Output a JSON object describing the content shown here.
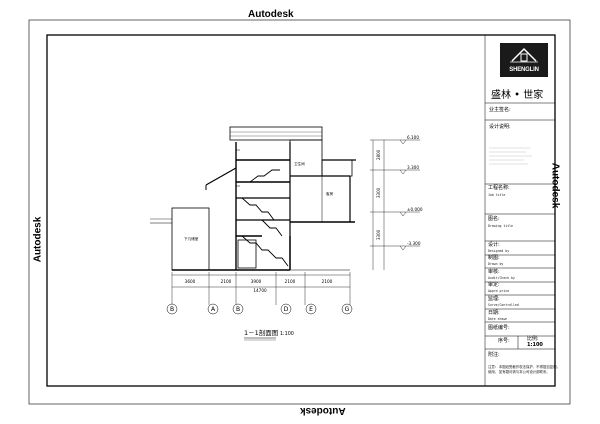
{
  "watermarks": {
    "top": "Autodesk",
    "bottom": "Autodesk",
    "left": "Autodesk",
    "right": "Autodesk"
  },
  "drawing": {
    "title": "1－1剖面图",
    "scale": "1:100",
    "dimensions": [
      "3600",
      "2100",
      "3900",
      "2100",
      "2100"
    ],
    "total_dimension": "14700",
    "grid_axes": [
      "B",
      "A",
      "B",
      "D",
      "E",
      "G"
    ],
    "elevations": [
      "6.100",
      "3.300",
      "±0.000",
      "-3.300"
    ],
    "floor_heights": [
      "2800",
      "3300",
      "3300"
    ],
    "room_labels": {
      "basement": "下凡储室",
      "upper": "卫生间",
      "middle": "客房"
    }
  },
  "title_block": {
    "company_logo": "SHENGLIN",
    "company_name": "盛林 • 世家",
    "fields": [
      {
        "label": "业主签名:",
        "sub": ""
      },
      {
        "label": "设计说明:",
        "sub": ""
      },
      {
        "label": "工程名称:",
        "sub": "Job title"
      },
      {
        "label": "图名:",
        "sub": "Drawing title"
      },
      {
        "label": "设计:",
        "sub": "Designed by"
      },
      {
        "label": "制图:",
        "sub": "Drawn by"
      },
      {
        "label": "审核:",
        "sub": "Audit/Check by"
      },
      {
        "label": "审定:",
        "sub": "Apprd price"
      },
      {
        "label": "监理:",
        "sub": "Surve/Controlled"
      },
      {
        "label": "日期:",
        "sub": "Date drawn"
      }
    ],
    "drawing_number_label": "图纸编号:",
    "sequence_label": "序号:",
    "scale_label": "比例:",
    "scale_value": "1:100",
    "notes_label": "附注:",
    "notes_text": [
      "注意: 本图纸受著作权法保护，不得擅自复制,",
      "使用, 如有疑问请与本公司设计部联系。"
    ]
  }
}
